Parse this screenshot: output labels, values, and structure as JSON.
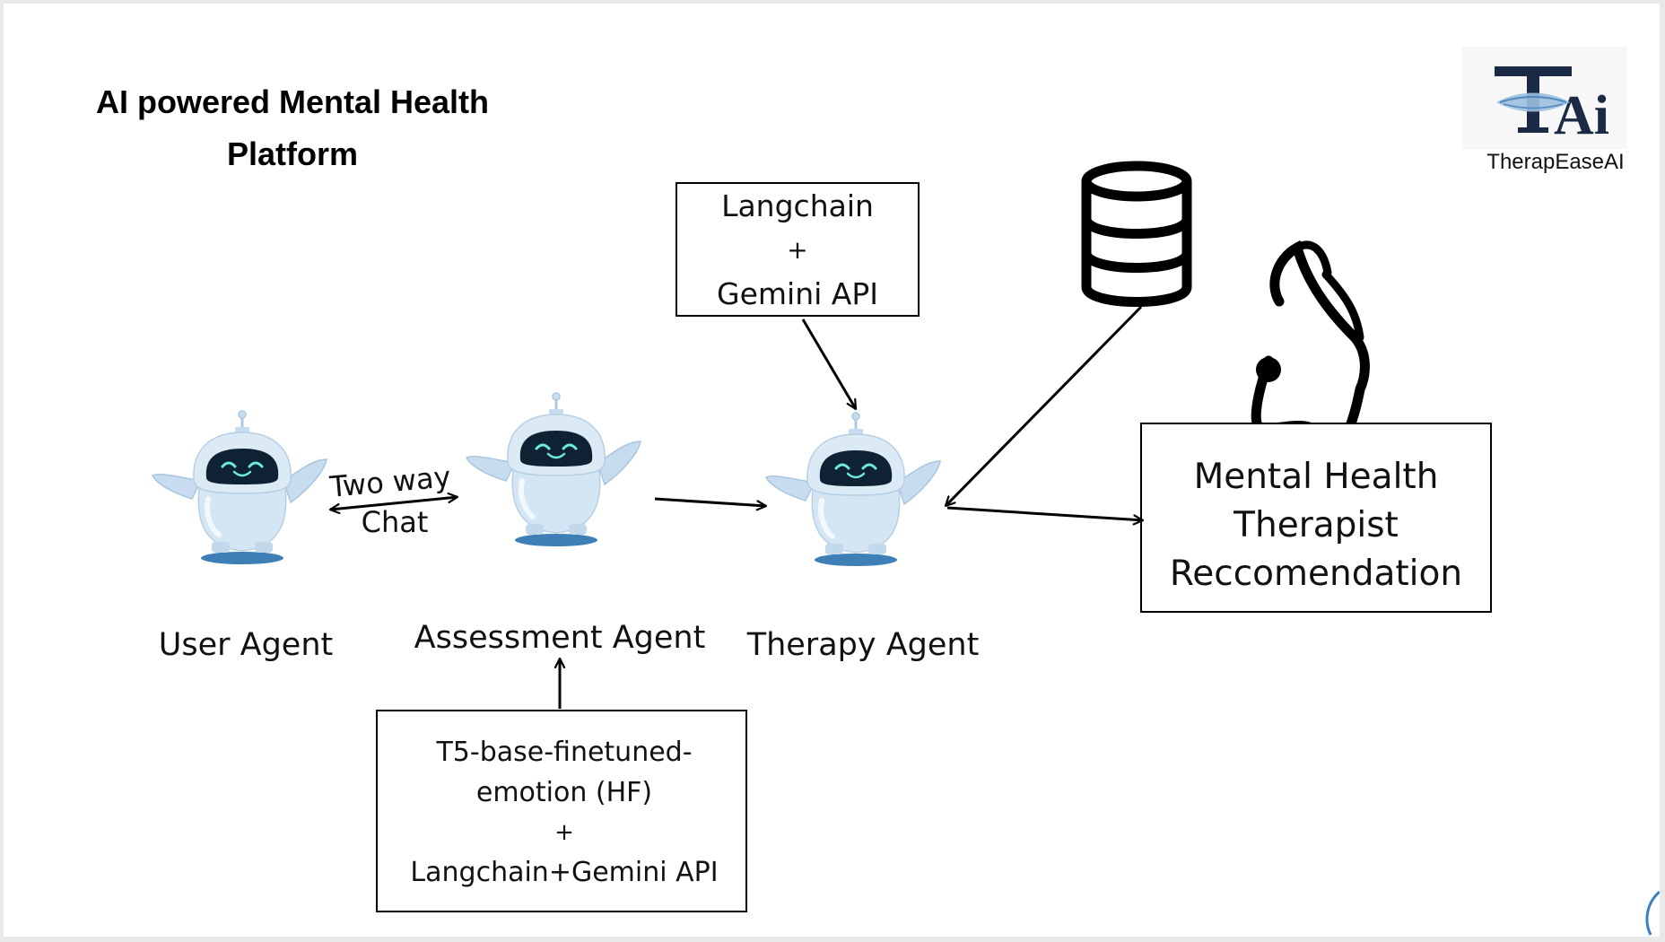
{
  "title": {
    "line1": "AI powered Mental Health",
    "line2": "Platform"
  },
  "logo": {
    "mark": "TAi",
    "name": "TherapEaseAI"
  },
  "agents": {
    "user": "User Agent",
    "assessment": "Assessment Agent",
    "therapy": "Therapy Agent"
  },
  "chat_label": {
    "line1": "Two way",
    "line2": "Chat"
  },
  "langchain_box": {
    "line1": "Langchain",
    "line2": "+",
    "line3": "Gemini API"
  },
  "model_box": {
    "line1": "T5-base-finetuned-",
    "line2": "emotion (HF)",
    "line3": "+",
    "line4": "Langchain+Gemini API"
  },
  "therapist_box": {
    "line1": "Mental Health",
    "line2": "Therapist",
    "line3": "Reccomendation"
  },
  "icons": [
    "robot-icon",
    "database-icon",
    "stethoscope-icon",
    "tai-logo"
  ],
  "colors": {
    "robot_body": "#d4e6f3",
    "robot_face": "#0f2233",
    "robot_eyes": "#6ee8d8",
    "robot_shadow": "#3e7fb6",
    "logo_navy": "#1b2a44"
  }
}
